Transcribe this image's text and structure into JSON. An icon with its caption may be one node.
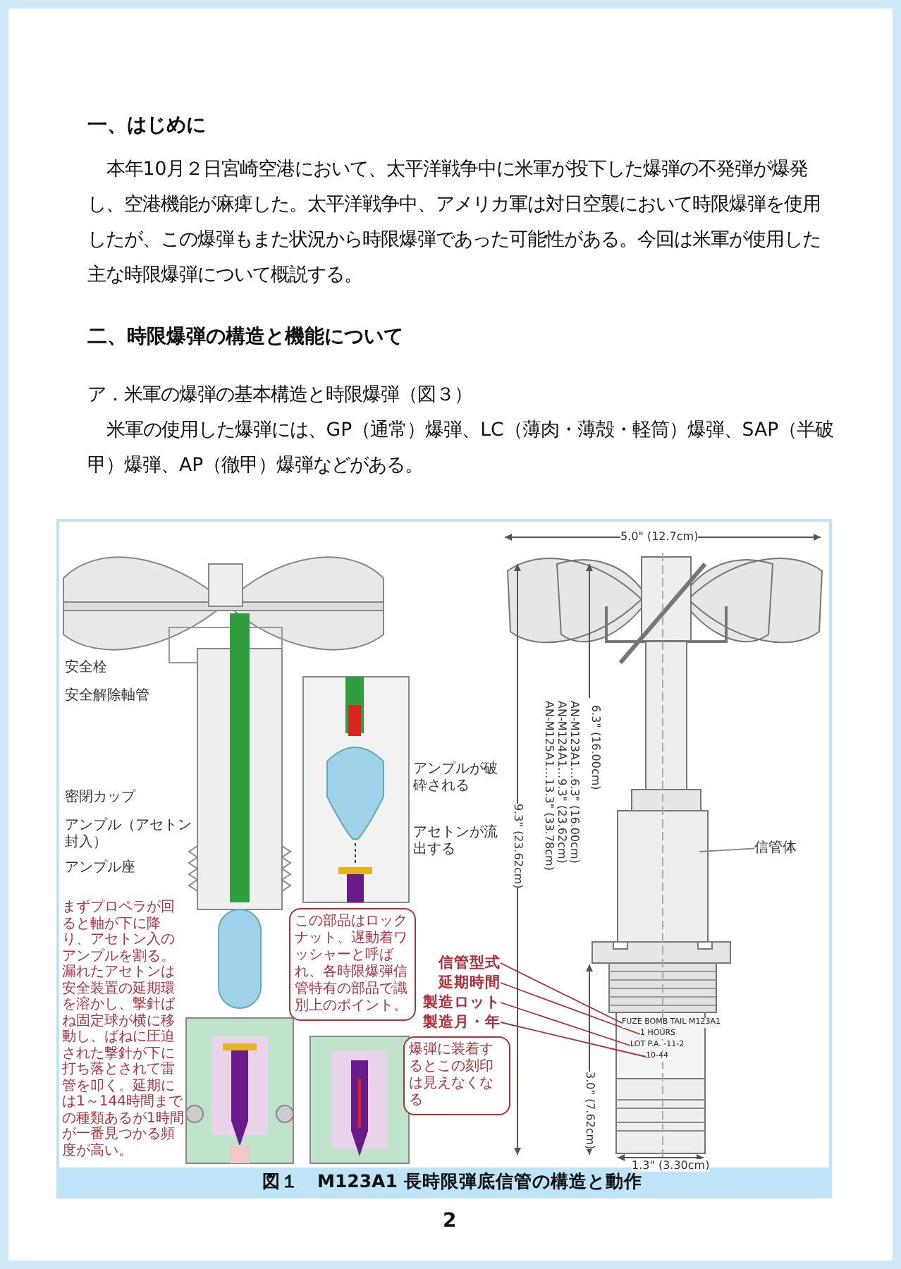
{
  "diagram": {
    "caption": "図１　M123A1 長時限弾底信管の構造と動作",
    "nodes": [
      {
        "text": [
          "信管型式"
        ]
      },
      {
        "text": [
          "延期時間"
        ]
      },
      {
        "text": [
          "製造ロット"
        ]
      },
      {
        "text": [
          "製造月・年"
        ]
      },
      {
        "text": [
          "FUZE BOMB TAIL M123A1"
        ]
      },
      {
        "text": [
          "1 HOURS"
        ]
      },
      {
        "text": [
          "LOT P.A. -11-2"
        ]
      },
      {
        "text": [
          "10-44"
        ]
      },
      {
        "text": [
          "信管体"
        ]
      },
      {
        "text": [
          "爆弾に装着するとこの刻印は見えなくなる"
        ]
      },
      {
        "text": [
          "この部品はロックナット、遅動着ワッシャーと呼ばれ、各時限爆弾信管特有の部品で識別上のポイント。"
        ]
      }
    ],
    "edges": [
      {
        "from": 0,
        "to": 4,
        "arrow": "none"
      },
      {
        "from": 1,
        "to": 5,
        "arrow": "none"
      },
      {
        "from": 2,
        "to": 6,
        "arrow": "none"
      },
      {
        "from": 3,
        "to": 7,
        "arrow": "none"
      },
      {
        "from": 8,
        "to": null,
        "arrow": "none",
        "color": "#888888"
      }
    ],
    "labels": [
      "一、はじめに",
      "本年10月２日宮崎空港において、太平洋戦争中に米軍が投下した爆弾の不発弾が爆発し、空港機能が麻痺した。太平洋戦争中、アメリカ軍は対日空襲において時限爆弾を使用したが、この爆弾もまた状況から時限爆弾であった可能性がある。今回は米軍が使用した主な時限爆弾について概説する。",
      "二、時限爆弾の構造と機能について",
      "ア．米軍の爆弾の基本構造と時限爆弾（図３）",
      "米軍の使用した爆弾には、GP（通常）爆弾、LC（薄肉・薄殻・軽筒）爆弾、SAP（半破甲）爆弾、AP（徹甲）爆弾などがある。",
      "安全栓",
      "安全解除軸管",
      "アンプルが破砕される",
      "アセトンが流出する",
      "密閉カップ",
      "アンプル（アセトン封入）",
      "アンプル座",
      "まずプロペラが回ると軸が下に降り、アセトン入のアンプルを割る。漏れたアセトンは安全装置の延期環を溶かし、撃針ばね固定球が横に移動し、ばねに圧迫された撃針が下に打ち落とされて雷管を叩く。延期には1～144時間までの種類あるが1時間が一番見つかる頻度が高い。",
      "5.0\" (12.7cm)",
      "6.3\" (16.00cm)",
      "AN-M123A1…6.3\" (16.00cm)",
      "AN-M124A1…9.3\" (23.62cm)",
      "AN-M125A1…13.3\" (33.78cm)",
      "9.3\" (23.62cm)",
      "3.0\" (7.62cm)",
      "1.3\" (3.30cm)",
      "2"
    ]
  }
}
